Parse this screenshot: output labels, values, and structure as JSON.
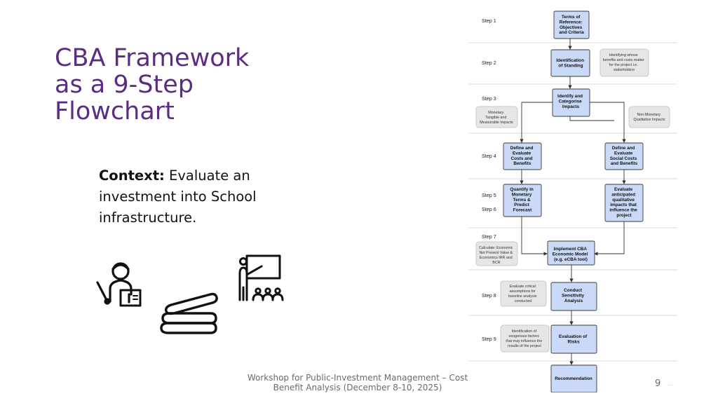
{
  "slide": {
    "title_lines": [
      "CBA Framework",
      "as a 9-Step",
      "Flowchart"
    ],
    "context_label": "Context:",
    "context_lines": [
      " Evaluate an",
      "investment into School",
      "infrastructure."
    ],
    "footer_lines": [
      "Workshop for Public-Investment Management – Cost",
      "Benefit Analysis (December 8-10, 2025)"
    ],
    "page_number": "9",
    "page_mark": "– –"
  },
  "icons": [
    "teacher-reading-icon",
    "books-stack-icon",
    "teacher-board-icon",
    "school-building-icon"
  ],
  "flowchart": {
    "steps": [
      "Step 1",
      "Step 2",
      "Step 3",
      "Step 4",
      "Step 5",
      "Step 6",
      "Step 7",
      "Step 8",
      "Step 9"
    ],
    "boxes": {
      "b1": [
        "Terms of",
        "Reference:",
        "Objectives",
        "and Criteria"
      ],
      "b2": [
        "Identification",
        "of Standing"
      ],
      "b3": [
        "Identify and",
        "Categorise",
        "Impacts"
      ],
      "b4l": [
        "Define and",
        "Evaluate",
        "Costs and",
        "Benefits"
      ],
      "b4r": [
        "Define and",
        "Evaluate",
        "Social Costs",
        "and Benefits"
      ],
      "b5l": [
        "Quantify in",
        "Monetary",
        "Terms &",
        "Predict",
        "Forecast"
      ],
      "b5r": [
        "Evaluate",
        "anticipated",
        "qualitative",
        "impacts that",
        "influence the",
        "project"
      ],
      "b7": [
        "Implement CBA",
        "Economic Model",
        "(e.g. eCBA tool)"
      ],
      "b8": [
        "Conduct",
        "Sensitivity",
        "Analysis"
      ],
      "b9": [
        "Evaluation of",
        "Risks"
      ],
      "b10": [
        "Recommendation"
      ]
    },
    "notes": {
      "n2": [
        "Identifying whose",
        "benefits and costs matter",
        "for the project i.e.",
        "stakeholders"
      ],
      "n3l": [
        "Monetary",
        "Tangible and",
        "Measurable Impacts"
      ],
      "n3r": [
        "Non-Monetary",
        "Qualitative Impacts"
      ],
      "n7": [
        "Calculate: Economic",
        "Net Present Value &",
        "Economics IRR and",
        "BCR"
      ],
      "n8": [
        "Evaluate critical",
        "assumptions for",
        "baseline analysis",
        "conducted"
      ],
      "n9": [
        "Identification of",
        "exogenous factors",
        "that may influence the",
        "results of the project"
      ]
    }
  }
}
